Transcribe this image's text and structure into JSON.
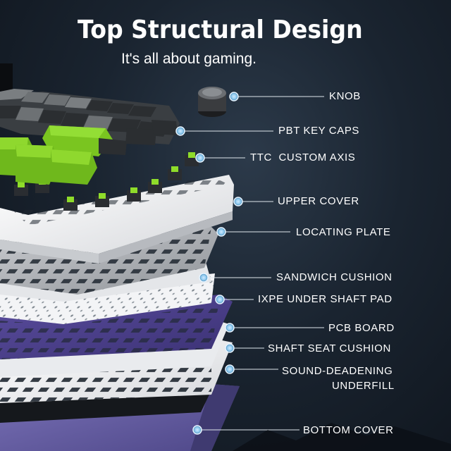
{
  "header": {
    "title": "Top Structural Design",
    "subtitle": "It's all about gaming."
  },
  "callouts": [
    {
      "id": "knob",
      "label": "KNOB"
    },
    {
      "id": "pbt-key-caps",
      "label": "PBT KEY CAPS"
    },
    {
      "id": "ttc-custom-axis",
      "label": "TTC  CUSTOM AXIS"
    },
    {
      "id": "upper-cover",
      "label": "UPPER COVER"
    },
    {
      "id": "locating-plate",
      "label": "LOCATING PLATE"
    },
    {
      "id": "sandwich-cushion",
      "label": "SANDWICH CUSHION"
    },
    {
      "id": "ixpe-under-shaft-pad",
      "label": "IXPE UNDER SHAFT PAD"
    },
    {
      "id": "pcb-board",
      "label": "PCB BOARD"
    },
    {
      "id": "shaft-seat-cushion",
      "label": "SHAFT SEAT CUSHION"
    },
    {
      "id": "sound-deadening-underfill",
      "label": "SOUND-DEADENING",
      "label2": "UNDERFILL"
    },
    {
      "id": "bottom-cover",
      "label": "BOTTOM COVER"
    }
  ],
  "colors": {
    "accent_green": "#7ac520",
    "keycap_dark": "#2b2e31",
    "keycap_gray": "#6d7174",
    "cover_white": "#f1f2f4",
    "pcb_purple": "#4c3f8a",
    "bottom_purple": "#6a62a8",
    "callout_dot": "#8ec9ee"
  }
}
